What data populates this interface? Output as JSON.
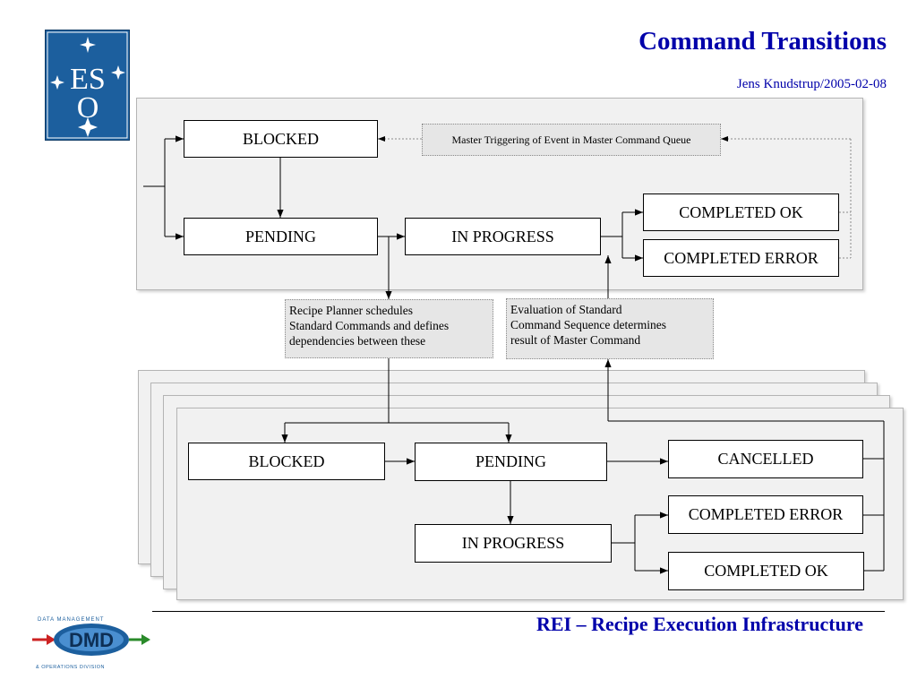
{
  "header": {
    "title": "Command Transitions",
    "author": "Jens Knudstrup/2005-02-08",
    "logo": {
      "text_lines": [
        "ES",
        "O"
      ],
      "color": "#1c5f9e"
    }
  },
  "master": {
    "states": {
      "blocked": "BLOCKED",
      "pending": "PENDING",
      "in_progress": "IN PROGRESS",
      "completed_ok": "COMPLETED OK",
      "completed_error": "COMPLETED ERROR"
    },
    "trigger_note": "Master Triggering of Event in Master Command Queue"
  },
  "notes": {
    "planner": [
      "Recipe Planner schedules",
      "Standard Commands and defines",
      "dependencies between these"
    ],
    "evaluation": [
      "Evaluation of Standard",
      "Command Sequence determines",
      "result of Master Command"
    ]
  },
  "standard": {
    "states": {
      "blocked": "BLOCKED",
      "pending": "PENDING",
      "cancelled": "CANCELLED",
      "in_progress": "IN PROGRESS",
      "completed_error": "COMPLETED ERROR",
      "completed_ok": "COMPLETED OK"
    }
  },
  "footer": {
    "title": "REI – Recipe Execution Infrastructure",
    "logo": {
      "top_text": "DATA MANAGEMENT",
      "mark": "DMD",
      "bottom_text": "& OPERATIONS DIVISION",
      "color": "#1c5f9e"
    }
  },
  "colors": {
    "title": "#0000aa",
    "panel": "#f1f1f1",
    "note": "#e6e6e6"
  }
}
